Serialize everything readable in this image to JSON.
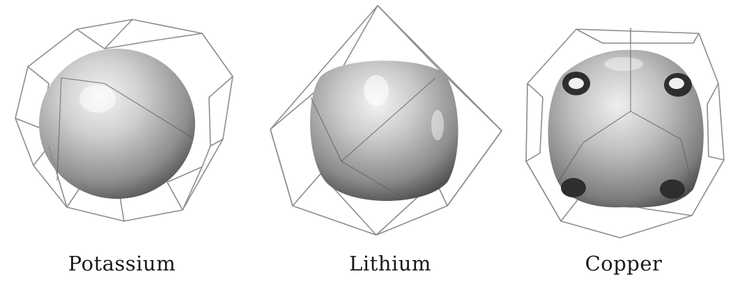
{
  "figure": {
    "panels": [
      {
        "id": "potassium",
        "caption": "Potassium",
        "surface_shape": "sphere",
        "cell_shape": "truncated-octahedron"
      },
      {
        "id": "lithium",
        "caption": "Lithium",
        "surface_shape": "rounded-cube",
        "cell_shape": "rhombic-dodecahedron"
      },
      {
        "id": "copper",
        "caption": "Copper",
        "surface_shape": "sphere-with-necks",
        "cell_shape": "truncated-octahedron"
      }
    ],
    "colors": {
      "surface_light": "#f2f2f2",
      "surface_mid": "#a9a9a9",
      "surface_dark": "#3c3c3c",
      "wireframe": "#8c8c8c"
    }
  }
}
